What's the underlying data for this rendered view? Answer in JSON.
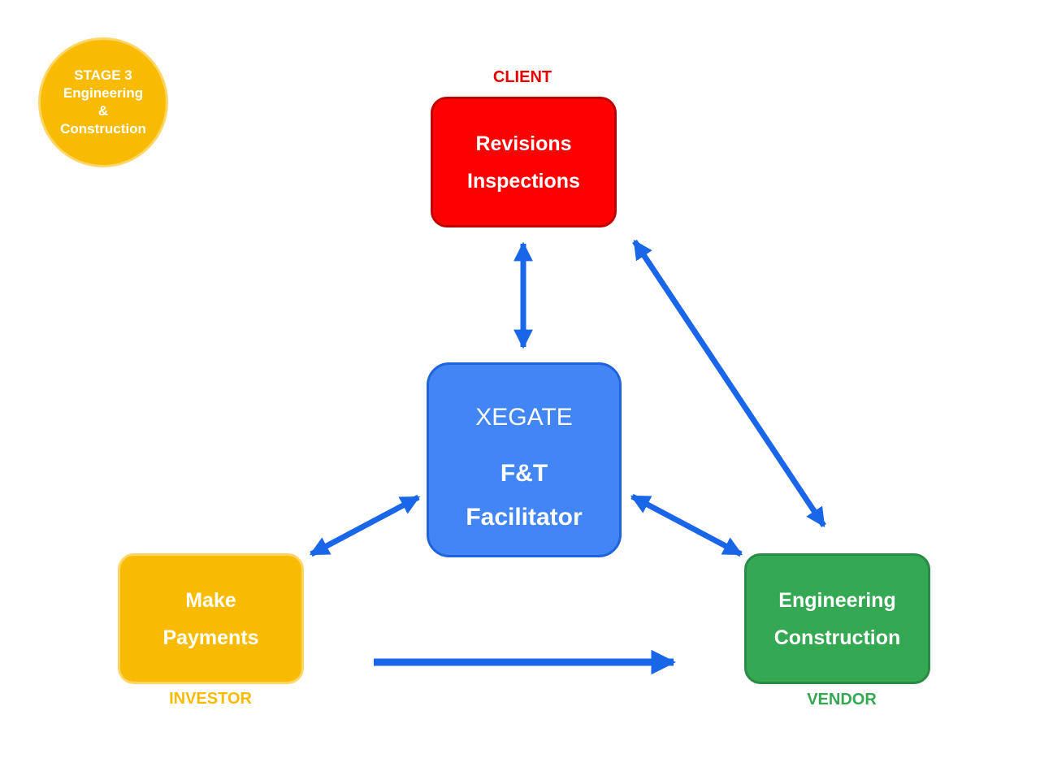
{
  "stage_badge": {
    "lines": [
      "STAGE 3",
      "Engineering",
      "&",
      "Construction"
    ]
  },
  "client": {
    "role": "CLIENT",
    "lines": [
      "Revisions",
      "Inspections"
    ]
  },
  "facilitator": {
    "brand": "XEGATE",
    "lines": [
      "F&T",
      "Facilitator"
    ]
  },
  "investor": {
    "role": "INVESTOR",
    "lines": [
      "Make",
      "Payments"
    ]
  },
  "vendor": {
    "role": "VENDOR",
    "lines": [
      "Engineering",
      "Construction"
    ]
  },
  "colors": {
    "client": "#ff0000",
    "facilitator": "#4285f4",
    "investor": "#f9bb00",
    "vendor": "#34a853",
    "arrow": "#1a66e8"
  }
}
